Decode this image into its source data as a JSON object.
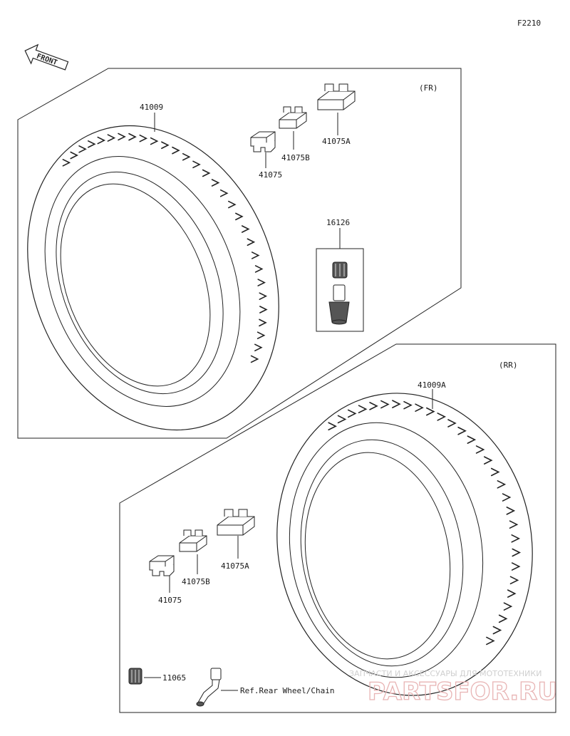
{
  "figure_code": "F2210",
  "front_label": "FRONT",
  "front_section": {
    "label": "(FR)",
    "parts": {
      "tire": "41009",
      "weight": "41075",
      "weight_b": "41075B",
      "weight_a": "41075A",
      "valve": "16126"
    }
  },
  "rear_section": {
    "label": "(RR)",
    "parts": {
      "tire": "41009A",
      "weight": "41075",
      "weight_b": "41075B",
      "weight_a": "41075A",
      "valve_cap": "11065"
    },
    "ref_note": "Ref.Rear Wheel/Chain"
  },
  "watermark": {
    "tagline": "ЗАПЧАСТИ И АКСЕССУАРЫ ДЛЯ МОТОТЕХНИКИ",
    "brand": "PARTSFOR.RU"
  },
  "colors": {
    "line": "#222222",
    "watermark_brand": "#e8b4b4",
    "watermark_tagline": "#cfcfcf"
  }
}
